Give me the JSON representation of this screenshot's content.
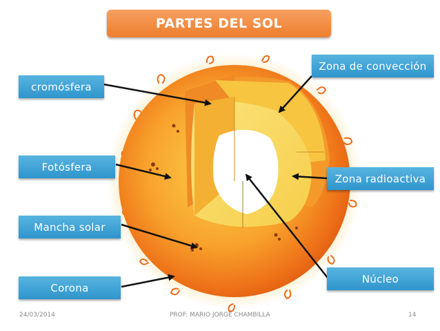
{
  "title": "PARTES DEL SOL",
  "labels": {
    "cromosfera": "cromósfera",
    "fotosfera": "Fotósfera",
    "mancha_solar": "Mancha solar",
    "corona": "Corona",
    "zona_conveccion": "Zona de convección",
    "zona_radioactiva": "Zona radioactiva",
    "nucleo": "Núcleo"
  },
  "footer": {
    "date": "24/03/2014",
    "author": "PROF: MARIO JORGE CHAMBILLA",
    "page": "14"
  },
  "colors": {
    "title_fill": "#ee7e2e",
    "label_fill": "#3a9fd4",
    "sun_outer": "#e8701a",
    "sun_inner": "#f9e97c"
  }
}
